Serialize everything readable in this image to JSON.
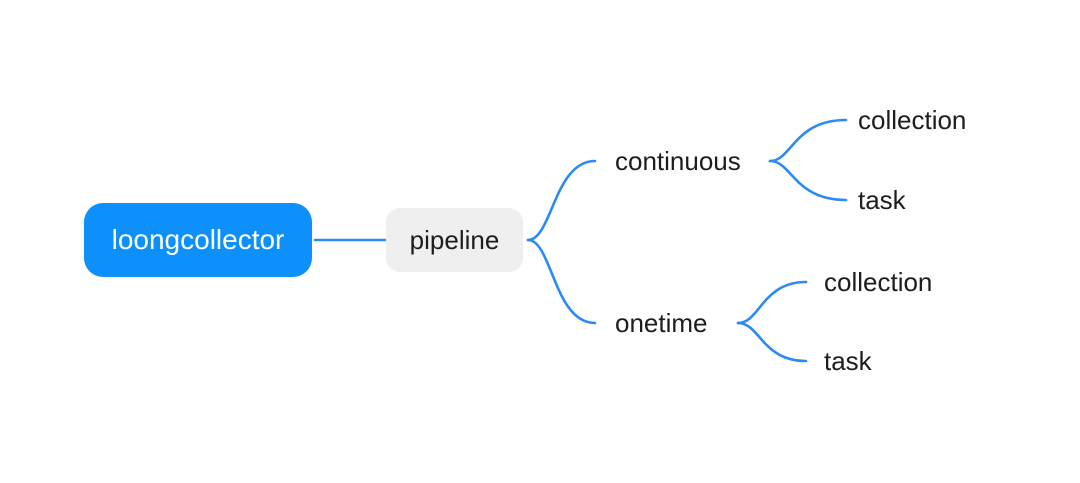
{
  "app": {
    "name": "mindmap-canvas",
    "background": "#ffffff"
  },
  "colors": {
    "canvas_bg": "#ffffff",
    "root_bg": "#0e90fa",
    "root_text": "#ffffff",
    "child_bg": "#efefef",
    "child_text": "#1d1d1d",
    "label_text": "#1d1d1d",
    "line": "#2b8bf2"
  },
  "mindmap": {
    "root": {
      "label": "loongcollector",
      "children": [
        {
          "label": "pipeline",
          "children": [
            {
              "label": "continuous",
              "children": [
                {
                  "label": "collection"
                },
                {
                  "label": "task"
                }
              ]
            },
            {
              "label": "onetime",
              "children": [
                {
                  "label": "collection"
                },
                {
                  "label": "task"
                }
              ]
            }
          ]
        }
      ]
    }
  }
}
